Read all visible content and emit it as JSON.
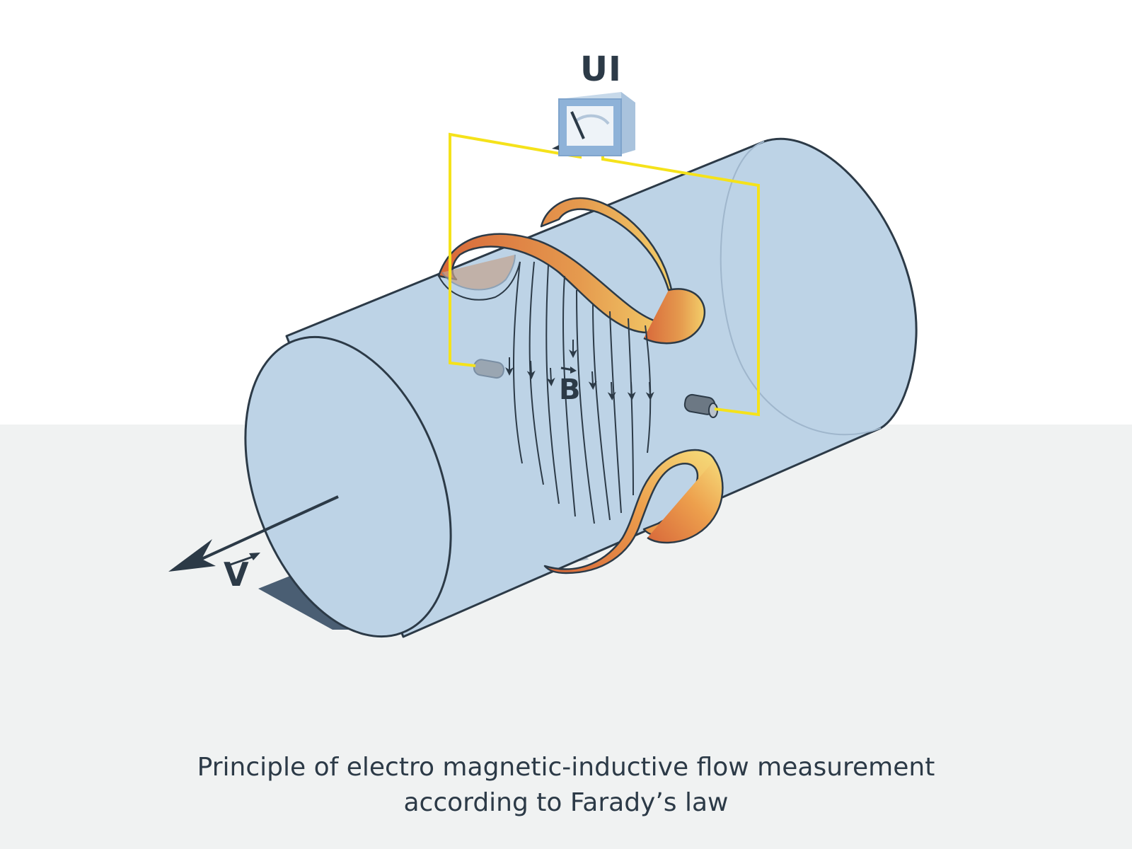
{
  "meter": {
    "label": "UI"
  },
  "field": {
    "label": "B"
  },
  "velocity": {
    "label": "V"
  },
  "caption": {
    "line1": "Principle of electro magnetic-inductive flow measurement",
    "line2": "according to Farady’s law"
  },
  "colors": {
    "background_top": "#ffffff",
    "background_bottom": "#f0f2f2",
    "pipe_fill": "#bdd3e6",
    "outline": "#2c3a47",
    "wire": "#f5e21a",
    "coil_dark": "#d8683a",
    "coil_light": "#f3cf6a",
    "meter_blue": "#8eb2d8"
  }
}
